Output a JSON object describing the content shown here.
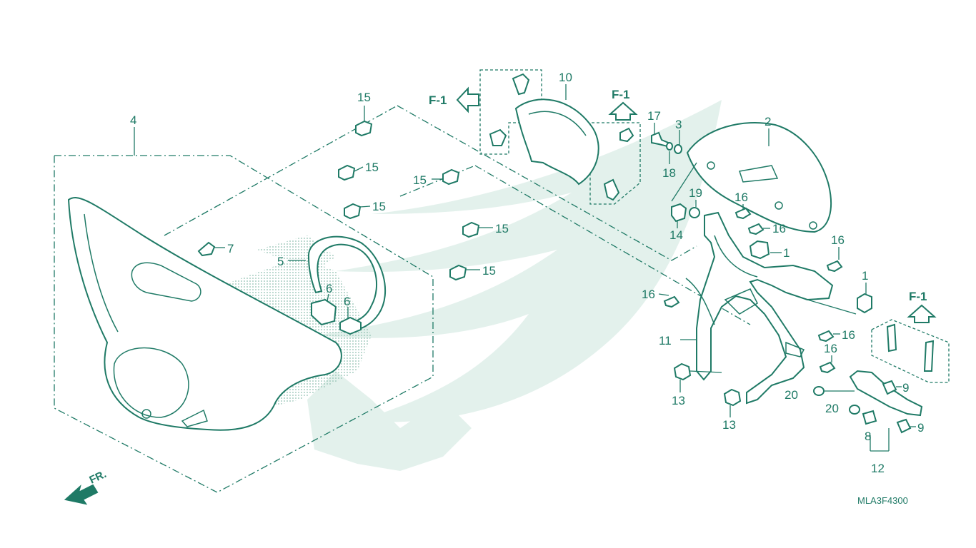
{
  "diagram": {
    "code": "MLA3F4300",
    "front_label": "FR.",
    "direction_label": "F-1",
    "callouts": [
      {
        "id": "c4",
        "text": "4"
      },
      {
        "id": "c15a",
        "text": "15"
      },
      {
        "id": "c15b",
        "text": "15"
      },
      {
        "id": "c15c",
        "text": "15"
      },
      {
        "id": "c15d",
        "text": "15"
      },
      {
        "id": "c15e",
        "text": "15"
      },
      {
        "id": "c15f",
        "text": "15"
      },
      {
        "id": "c7",
        "text": "7"
      },
      {
        "id": "c5",
        "text": "5"
      },
      {
        "id": "c6a",
        "text": "6"
      },
      {
        "id": "c6b",
        "text": "6"
      },
      {
        "id": "c10",
        "text": "10"
      },
      {
        "id": "c17",
        "text": "17"
      },
      {
        "id": "c3",
        "text": "3"
      },
      {
        "id": "c18",
        "text": "18"
      },
      {
        "id": "c2",
        "text": "2"
      },
      {
        "id": "c19",
        "text": "19"
      },
      {
        "id": "c14",
        "text": "14"
      },
      {
        "id": "c16a",
        "text": "16"
      },
      {
        "id": "c16b",
        "text": "16"
      },
      {
        "id": "c1a",
        "text": "1"
      },
      {
        "id": "c16c",
        "text": "16"
      },
      {
        "id": "c1b",
        "text": "1"
      },
      {
        "id": "c16d",
        "text": "16"
      },
      {
        "id": "c11",
        "text": "11"
      },
      {
        "id": "c16e",
        "text": "16"
      },
      {
        "id": "c16f",
        "text": "16"
      },
      {
        "id": "c13a",
        "text": "13"
      },
      {
        "id": "c13b",
        "text": "13"
      },
      {
        "id": "c20a",
        "text": "20"
      },
      {
        "id": "c20b",
        "text": "20"
      },
      {
        "id": "c9a",
        "text": "9"
      },
      {
        "id": "c9b",
        "text": "9"
      },
      {
        "id": "c8",
        "text": "8"
      },
      {
        "id": "c12",
        "text": "12"
      }
    ]
  }
}
